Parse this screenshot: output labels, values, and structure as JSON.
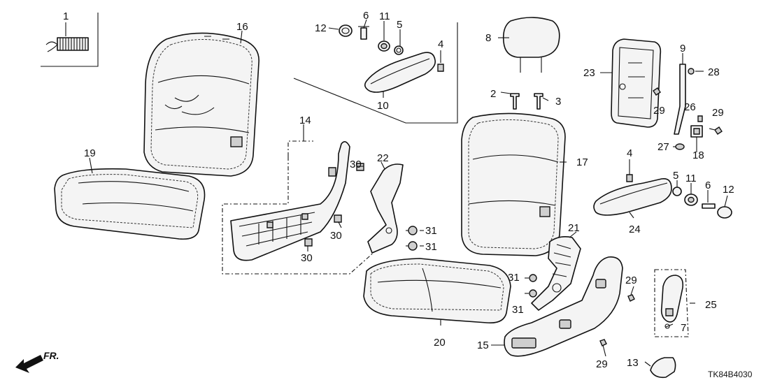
{
  "diagram": {
    "code": "TK84B4030",
    "direction": "FR.",
    "callouts": [
      {
        "id": "c1",
        "label": "1"
      },
      {
        "id": "c2",
        "label": "2"
      },
      {
        "id": "c3",
        "label": "3"
      },
      {
        "id": "c4a",
        "label": "4"
      },
      {
        "id": "c4b",
        "label": "4"
      },
      {
        "id": "c5a",
        "label": "5"
      },
      {
        "id": "c5b",
        "label": "5"
      },
      {
        "id": "c6a",
        "label": "6"
      },
      {
        "id": "c6b",
        "label": "6"
      },
      {
        "id": "c7",
        "label": "7"
      },
      {
        "id": "c8",
        "label": "8"
      },
      {
        "id": "c9",
        "label": "9"
      },
      {
        "id": "c10",
        "label": "10"
      },
      {
        "id": "c11a",
        "label": "11"
      },
      {
        "id": "c11b",
        "label": "11"
      },
      {
        "id": "c12a",
        "label": "12"
      },
      {
        "id": "c12b",
        "label": "12"
      },
      {
        "id": "c13",
        "label": "13"
      },
      {
        "id": "c14",
        "label": "14"
      },
      {
        "id": "c15",
        "label": "15"
      },
      {
        "id": "c16",
        "label": "16"
      },
      {
        "id": "c17",
        "label": "17"
      },
      {
        "id": "c18",
        "label": "18"
      },
      {
        "id": "c19",
        "label": "19"
      },
      {
        "id": "c20",
        "label": "20"
      },
      {
        "id": "c21",
        "label": "21"
      },
      {
        "id": "c22",
        "label": "22"
      },
      {
        "id": "c23",
        "label": "23"
      },
      {
        "id": "c24",
        "label": "24"
      },
      {
        "id": "c25",
        "label": "25"
      },
      {
        "id": "c26",
        "label": "26"
      },
      {
        "id": "c27",
        "label": "27"
      },
      {
        "id": "c28",
        "label": "28"
      },
      {
        "id": "c29a",
        "label": "29"
      },
      {
        "id": "c29b",
        "label": "29"
      },
      {
        "id": "c29c",
        "label": "29"
      },
      {
        "id": "c29d",
        "label": "29"
      },
      {
        "id": "c30a",
        "label": "30"
      },
      {
        "id": "c30b",
        "label": "30"
      },
      {
        "id": "c30c",
        "label": "30"
      },
      {
        "id": "c31a",
        "label": "31"
      },
      {
        "id": "c31b",
        "label": "31"
      },
      {
        "id": "c31c",
        "label": "31"
      },
      {
        "id": "c31d",
        "label": "31"
      }
    ]
  }
}
